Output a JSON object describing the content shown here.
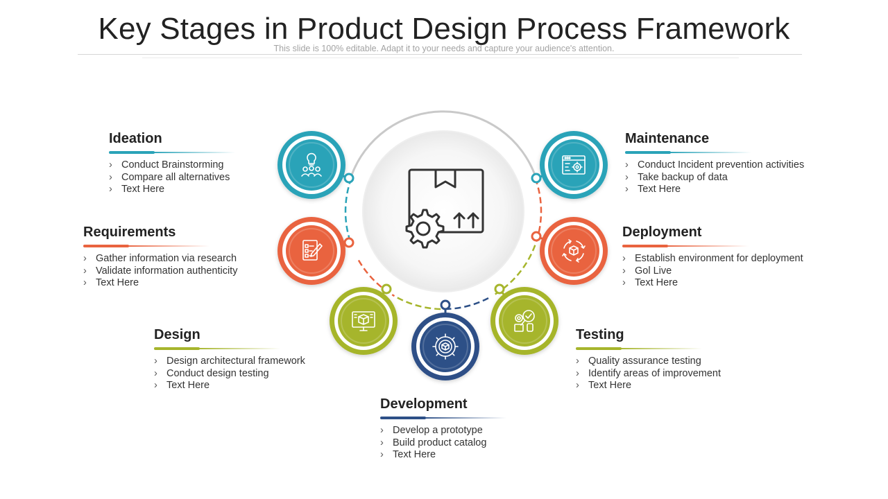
{
  "title": "Key Stages in Product Design Process Framework",
  "subtitle": "This slide is 100% editable. Adapt it to your needs and capture your audience's attention.",
  "center_icon": "box-with-gear-icon",
  "stages": [
    {
      "key": "ideation",
      "name": "Ideation",
      "color": "#2aa3b8",
      "icon": "lightbulb-head-icon",
      "bullets": [
        "Conduct Brainstorming",
        "Compare all alternatives",
        "Text Here"
      ]
    },
    {
      "key": "requirements",
      "name": "Requirements",
      "color": "#e9633f",
      "icon": "checklist-pen-icon",
      "bullets": [
        "Gather information via research",
        "Validate information authenticity",
        "Text Here"
      ]
    },
    {
      "key": "design",
      "name": "Design",
      "color": "#a6b52c",
      "icon": "monitor-cube-icon",
      "bullets": [
        "Design architectural framework",
        "Conduct design testing",
        "Text Here"
      ]
    },
    {
      "key": "development",
      "name": "Development",
      "color": "#2d5087",
      "icon": "gear-cube-icon",
      "bullets": [
        "Develop a prototype",
        "Build product catalog",
        "Text Here"
      ]
    },
    {
      "key": "testing",
      "name": "Testing",
      "color": "#a6b52c",
      "icon": "gear-magnifier-check-icon",
      "bullets": [
        "Quality assurance testing",
        "Identify areas of improvement",
        "Text Here"
      ]
    },
    {
      "key": "deployment",
      "name": "Deployment",
      "color": "#e9633f",
      "icon": "cycle-box-icon",
      "bullets": [
        "Establish environment for deployment",
        "Gol Live",
        "Text Here"
      ]
    },
    {
      "key": "maintenance",
      "name": "Maintenance",
      "color": "#2aa3b8",
      "icon": "browser-gear-icon",
      "bullets": [
        "Conduct Incident prevention activities",
        "Take backup of data",
        "Text Here"
      ]
    }
  ]
}
